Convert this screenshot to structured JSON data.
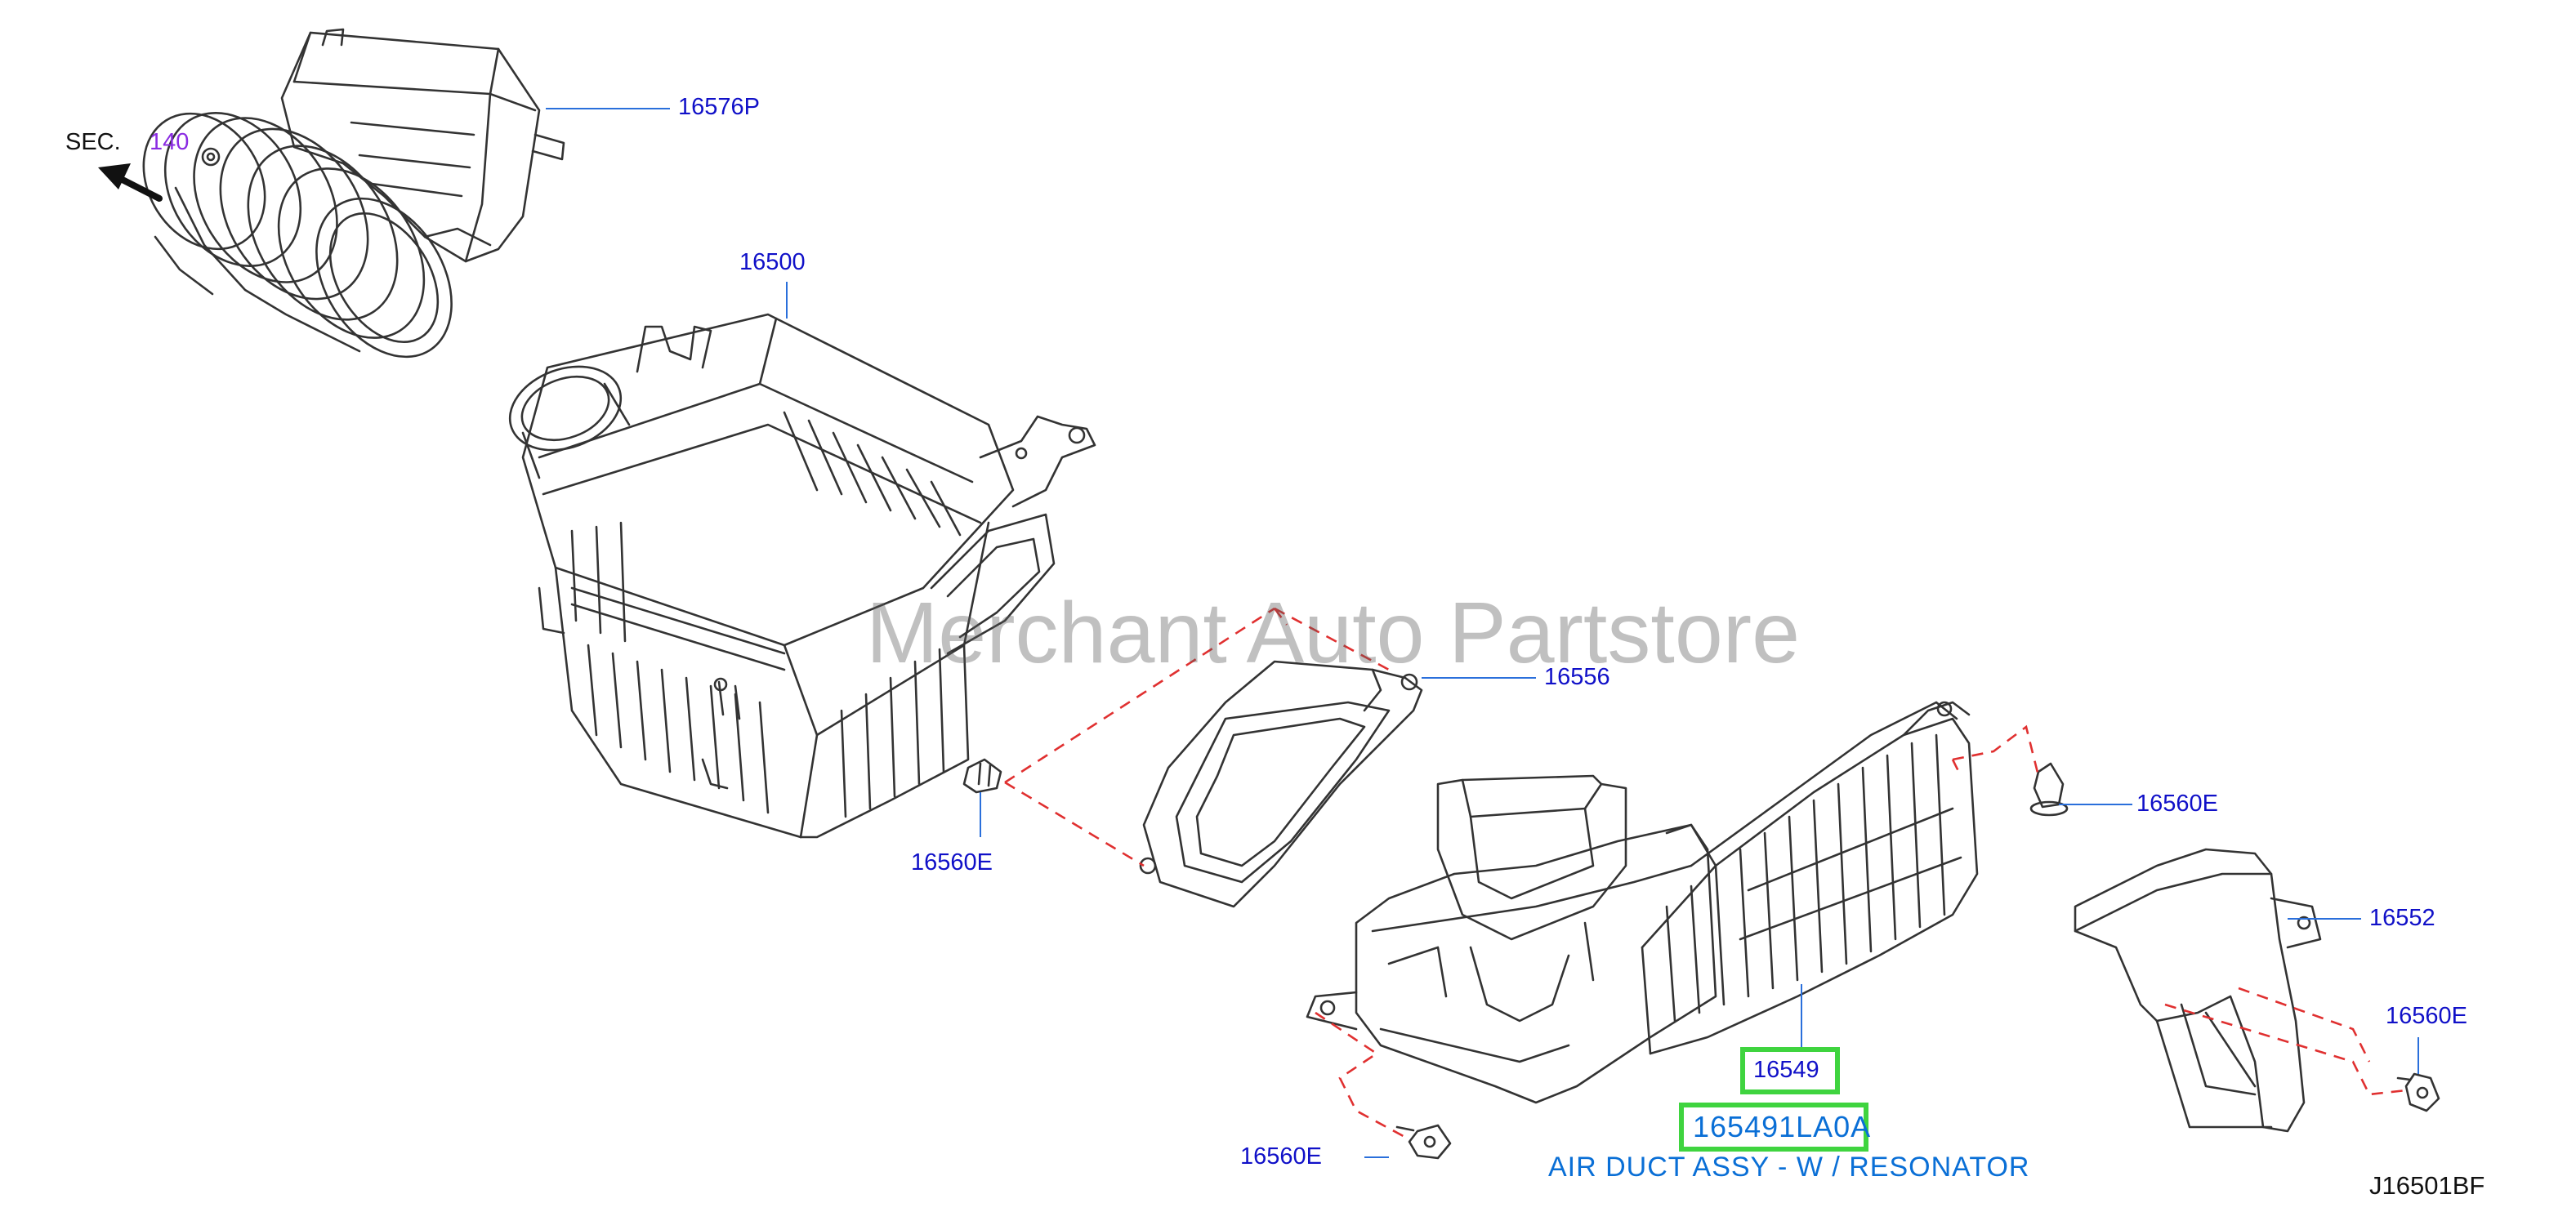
{
  "labels": {
    "sec": "SEC.",
    "sec_num": "140",
    "p16576P": "16576P",
    "p16500": "16500",
    "p16556": "16556",
    "p16560E_a": "16560E",
    "p16560E_b": "16560E",
    "p16552": "16552",
    "p16560E_c": "16560E",
    "p16549": "16549",
    "p165491LA0A": "165491LA0A",
    "p16560E_d": "16560E",
    "description": "AIR DUCT ASSY - W / RESONATOR",
    "diagram_code": "J16501BF"
  },
  "watermark": "Merchant Auto Partstore",
  "colors": {
    "label_blue": "#1010c8",
    "highlight_green": "#3fd43f",
    "description_blue": "#0a6fd6",
    "sec_purple": "#8a2be2",
    "dashed_red": "#e03030",
    "line_art": "#333333"
  }
}
